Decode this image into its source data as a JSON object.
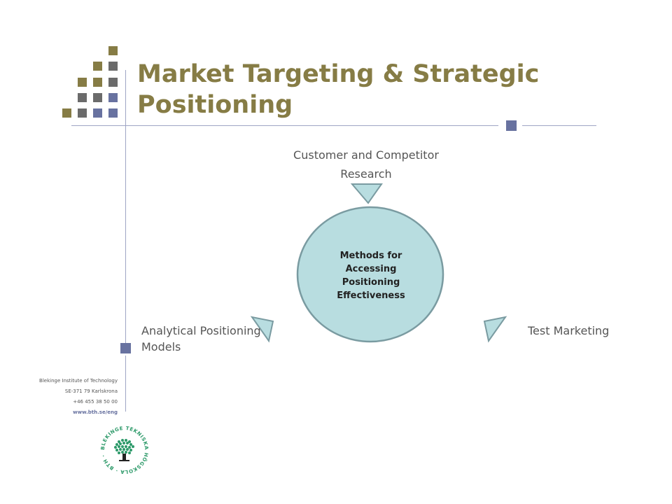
{
  "title": "Market Targeting & Strategic Positioning",
  "diagram": {
    "center": "Methods for Accessing Positioning Effectiveness",
    "top_label": "Customer and Competitor Research",
    "left_label": "Analytical Positioning Models",
    "right_label": "Test Marketing"
  },
  "footer": {
    "institute": "Blekinge Institute of Technology",
    "address": "SE-371 79 Karlskrona",
    "phone": "+46 455 38 50 00",
    "web": "www.bth.se/eng"
  },
  "logo": {
    "text": "BLEKINGE TEKNISKA HÖGSKOLA · BTH ·",
    "icon": "tree-seal-icon"
  },
  "colors": {
    "title": "#867c45",
    "olive": "#867c45",
    "gray": "#6b6b6b",
    "blue": "#6872a0",
    "circle_fill": "#b8dde0",
    "circle_stroke": "#7a9ba1",
    "logo_green": "#2e9a6a"
  }
}
